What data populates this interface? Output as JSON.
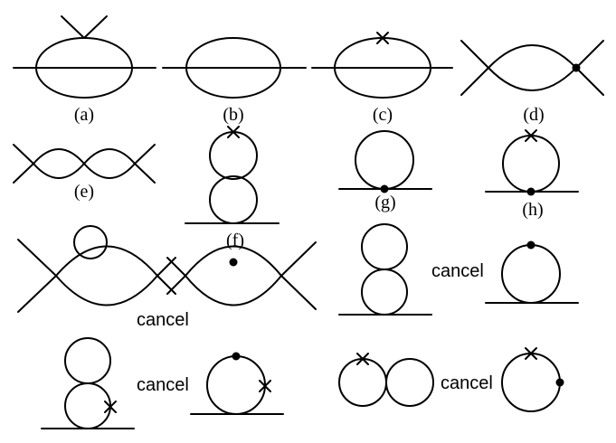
{
  "labels": {
    "a": "(a)",
    "b": "(b)",
    "c": "(c)",
    "d": "(d)",
    "e": "(e)",
    "f": "(f)",
    "g": "(g)",
    "h": "(h)"
  },
  "cancel_text": "cancel"
}
